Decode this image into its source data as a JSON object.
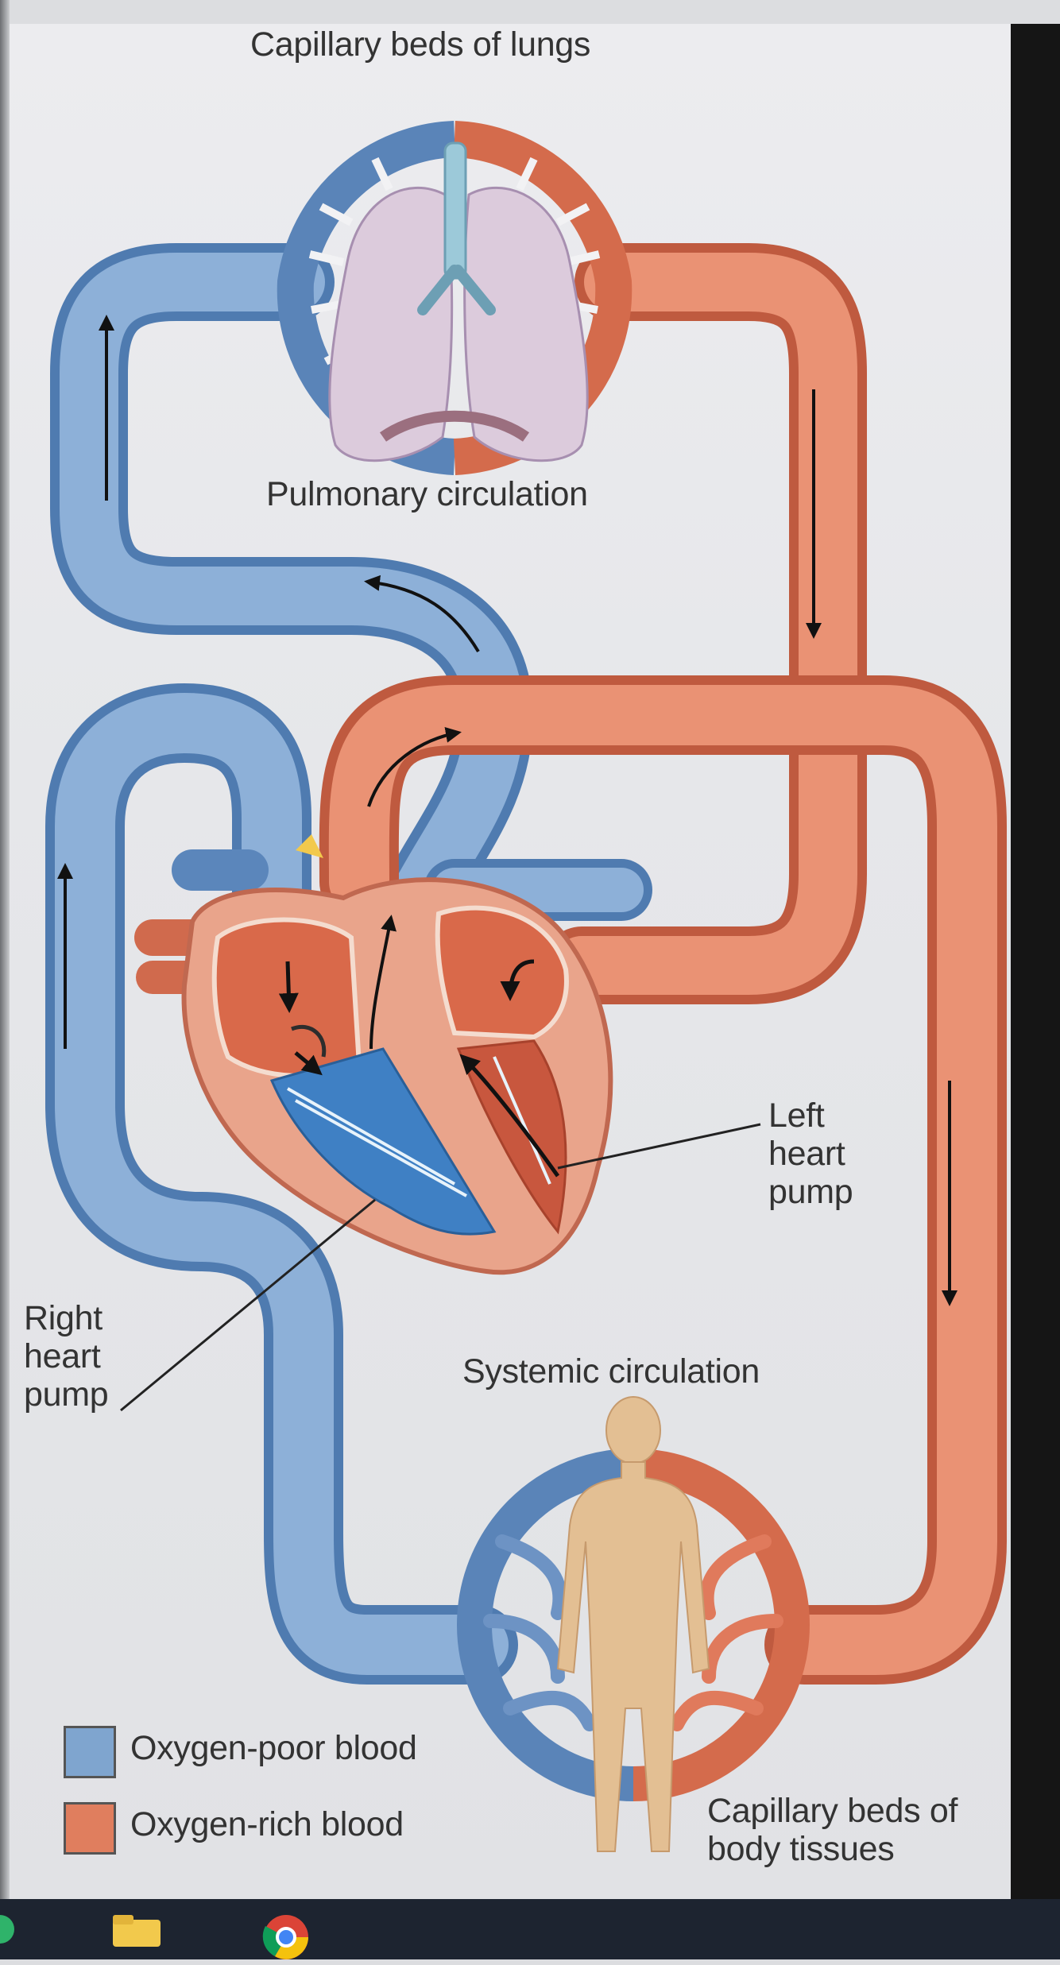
{
  "labels": {
    "capillary_lungs": "Capillary beds of lungs",
    "pulmonary": "Pulmonary circulation",
    "left_pump": [
      "Left",
      "heart",
      "pump"
    ],
    "right_pump": [
      "Right",
      "heart",
      "pump"
    ],
    "systemic": "Systemic circulation",
    "capillary_body": [
      "Capillary beds of",
      "body tissues"
    ]
  },
  "legend": [
    {
      "label": "Oxygen-poor blood",
      "color": "#7fa5cf"
    },
    {
      "label": "Oxygen-rich blood",
      "color": "#e07e5e"
    }
  ],
  "colors": {
    "oxygen_poor": "#7fa5cf",
    "oxygen_poor_dark": "#4e79ad",
    "oxygen_rich": "#e07e5e",
    "oxygen_rich_dark": "#b8533a",
    "heart_wall": "#e8a58d",
    "lung": "#dcc8dc",
    "body": "#e3bf93"
  },
  "taskbar_icons": [
    "edge-icon",
    "file-explorer-icon",
    "chrome-icon"
  ]
}
